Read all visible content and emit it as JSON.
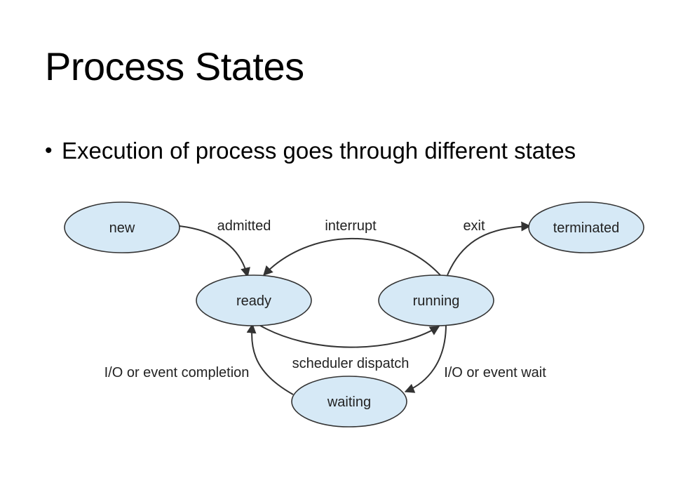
{
  "slide": {
    "title": "Process States",
    "bullets": [
      "Execution of process goes through different states"
    ]
  },
  "diagram": {
    "colors": {
      "node_fill": "#d6e9f6",
      "stroke": "#333333"
    },
    "nodes": {
      "new": "new",
      "ready": "ready",
      "running": "running",
      "waiting": "waiting",
      "terminated": "terminated"
    },
    "edges": {
      "admitted": "admitted",
      "interrupt": "interrupt",
      "exit": "exit",
      "scheduler_dispatch": "scheduler dispatch",
      "io_event_completion": "I/O or event completion",
      "io_event_wait": "I/O or event wait"
    }
  }
}
